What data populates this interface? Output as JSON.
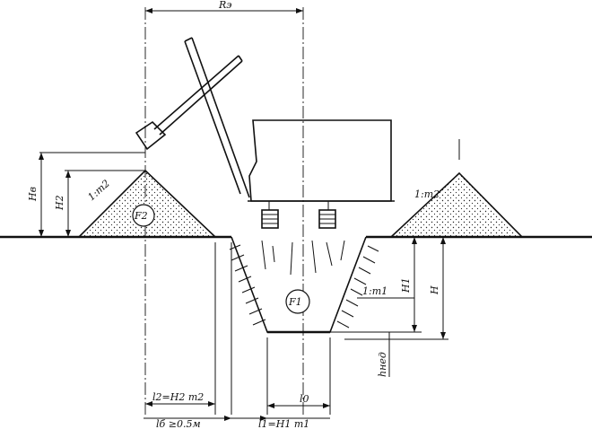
{
  "labels": {
    "reach_radius": "Rэ",
    "dump_height": "Hв",
    "spoil_height": "H2",
    "slope_left_spoil": "1:m2",
    "slope_right_spoil": "1:m2",
    "spoil_area": "F2",
    "trench_area": "F1",
    "trench_slope": "1:m1",
    "depth_h1": "H1",
    "depth_h": "H",
    "shortfall": "hнед",
    "spoil_base": "l2=H2 m2",
    "berm": "lб ≥0.5м",
    "slope_proj": "l1=H1 m1",
    "bottom_width": "l0"
  }
}
